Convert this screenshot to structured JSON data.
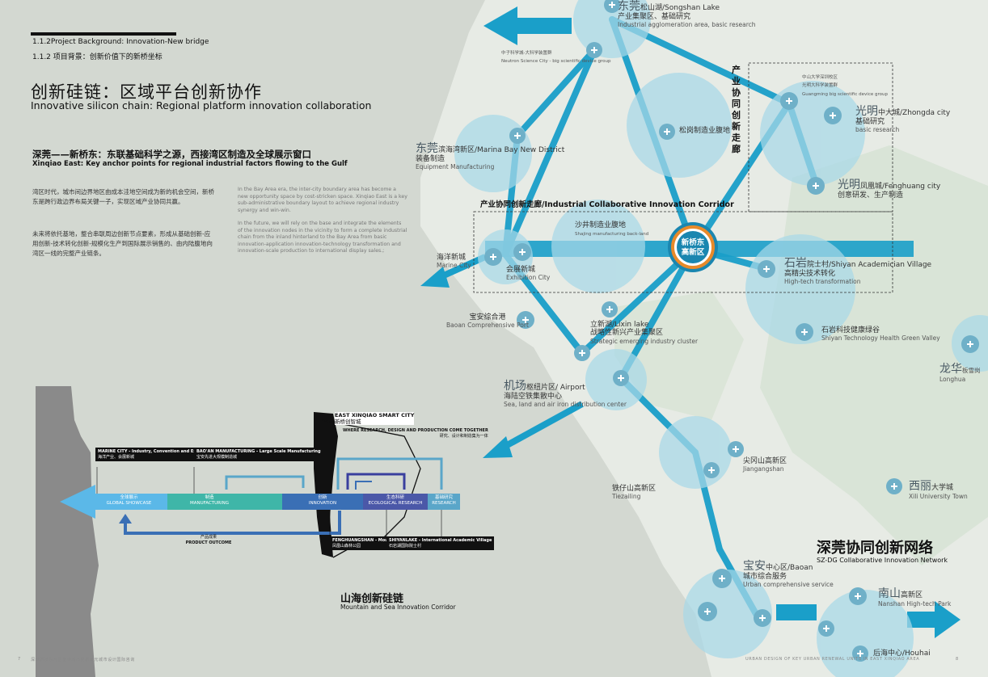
{
  "header": {
    "section_en": "1.1.2Project Background: Innovation-New bridge",
    "section_cn": "1.1.2 项目背景：创新价值下的新桥坐标",
    "title_cn": "创新硅链：区域平台创新协作",
    "title_en": "Innovative silicon chain: Regional platform innovation collaboration",
    "subtitle_cn": "深莞——新桥东：东联基础科学之源，西接湾区制造及全球展示窗口",
    "subtitle_en": "Xinqiao East: Key anchor points for regional industrial factors flowing to the Gulf"
  },
  "body_cn": [
    "湾区时代，城市间边界地区由成本洼地空间成为新的机会空间，新桥东是跨行政边界布局关键一子，实现区域产业协同共赢。",
    "未来将依托基地，整合串联周边创新节点要素，形成从基础创新-应用创新-技术转化创新-规模化生产到国际展示销售的、由内陆腹地向湾区一线的完整产业链条。"
  ],
  "body_en": [
    "In the Bay Area era, the inter-city boundary area has become a new opportunity space by cost-stricken space. Xinqiao East is a key sub-administrative boundary layout to achieve regional industry synergy and win-win.",
    "In the future, we will rely on the base and integrate the elements of the innovation nodes in the vicinity to form a complete industrial chain from the inland hinterland to the Bay Area from basic innovation-application innovation-technology transformation and innovation-scale production to international display sales.;"
  ],
  "footer": {
    "left_page": "7",
    "left_text": "深圳新桥东片区重点城市更新单元城市设计国际咨询",
    "right_text": "URBAN DESIGN OF KEY URBAN RENEWAL UNITS IN EAST XINQIAO AREA",
    "right_page": "8"
  },
  "map": {
    "core_label": [
      "新桥东",
      "高新区"
    ],
    "corridor_h_label": "产业协同创新走廊/Industrial Collaborative Innovation Corridor",
    "corridor_v_label": "产业协同创新走廊",
    "network_cn": "深莞协同创新网络",
    "network_en": "SZ-DG Collaborative Innovation Network",
    "songshan": {
      "big": "东莞",
      "name": "松山湖/Songshan Lake",
      "l2": "产业集聚区、基础研究",
      "l3": "Industrial agglomeration area, basic research"
    },
    "neutron": {
      "l1": "中子科学城-大科学装置群",
      "l2": "Neutron Science City - big scientific device group"
    },
    "songgang": "松岗制造业腹地",
    "zhongshan": {
      "l1": "中山大学深圳校区",
      "l2": "光明大科学装置群",
      "l3": "Guangming big scientific device group"
    },
    "guangming_zd": {
      "big": "光明",
      "name": "中大城/Zhongda city",
      "l2": "基础研究",
      "l3": "basic research"
    },
    "guangming_fh": {
      "big": "光明",
      "name": "凤凰城/Fenghuang city",
      "l2": "创意研发、生产制造"
    },
    "marinabay": {
      "big": "东莞",
      "name": "滨海湾新区/Marina Bay New District",
      "l2": "装备制造",
      "l3": "Equipment Manufacturing"
    },
    "shajing": {
      "l1": "沙井制造业腹地",
      "l2": "Shajing manufacturing back-land"
    },
    "marinecity": {
      "l1": "海洋新城",
      "l2": "Marine City"
    },
    "exhibition": {
      "l1": "会展新城",
      "l2": "Exhibition City"
    },
    "shiyan": {
      "big": "石岩",
      "name": "院士村/Shiyan Academician Village",
      "l2": "高精尖技术转化",
      "l3": "High-tech transformation"
    },
    "baoanport": {
      "l1": "宝安综合港",
      "l2": "Baoan Comprehensive Port"
    },
    "lixin": {
      "l1": "立新湖/Lixin lake",
      "l2": "战略性新兴产业集聚区",
      "l3": "Strategic emerging industry cluster"
    },
    "shiyangreen": {
      "l1": "石岩科技健康绿谷",
      "l2": "Shiyan Technology Health Green Valley"
    },
    "longhua": {
      "big": "龙华",
      "name": "板雪岗",
      "l2": "Longhua"
    },
    "airport": {
      "big": "机场",
      "name": "枢纽片区/ Airport",
      "l2": "海陆空铁集散中心",
      "l3": "Sea, land and air iron distribution center"
    },
    "jiangangshan": {
      "l1": "尖冈山高新区",
      "l2": "Jiangangshan"
    },
    "tiezailing": {
      "l1": "铁仔山高新区",
      "l2": "Tiezailing"
    },
    "xili": {
      "big": "西丽",
      "name": "大学城",
      "l2": "Xili University Town"
    },
    "baoan": {
      "big": "宝安",
      "name": "中心区/Baoan",
      "l2": "城市综合服务",
      "l3": "Urban comprehensive service"
    },
    "nanshan": {
      "big": "南山",
      "name": "高新区",
      "l2": "Nanshan High-tech Park"
    },
    "houhai": "后海中心/Houhai"
  },
  "corridor": {
    "title_cn": "山海创新硅链",
    "title_en": "Mountain and Sea Innovation Corridor",
    "stages": [
      {
        "cn": "全球展示",
        "en": "GLOBAL SHOWCASE"
      },
      {
        "cn": "制造",
        "en": "MANUFACTURING"
      },
      {
        "cn": "创新",
        "en": "INNOVATION"
      },
      {
        "cn": "生态科研",
        "en": "ECOLOGICAL RESEARCH"
      },
      {
        "cn": "基础研究",
        "en": "RESEARCH"
      }
    ],
    "product_cn": "产品成果",
    "product_en": "PRODUCT OUTCOME",
    "marine_box": {
      "en": "MARINE CITY - Industry, Convention and Exhibition",
      "cn": "海洋产业、会展新城"
    },
    "baoan_box": {
      "en": "BAO'AN MANUFACTURING - Large Scale Manufacturing",
      "cn": "宝安先进大规模制造城"
    },
    "east_box": {
      "en1": "EAST XINQIAO SMART CITY",
      "cn1": "新桥创智城",
      "en2": "WHERE RESEARCH, DESIGN AND PRODUCTION COME TOGETHER",
      "cn2": "研究、设计和制造集为一体"
    },
    "fenghuang_box": {
      "en": "FENGHUANGSHAN - Mountain Forest Park",
      "cn": "凤凰山森林公园"
    },
    "shiyan_box": {
      "en": "SHIYANLAKE - International Academic Village",
      "cn": "石岩湖国际院士村"
    }
  },
  "colors": {
    "accent": "#1a9fc9",
    "circle": "#a8d8e8",
    "core": "#e88a2a",
    "stage1": "#5bb8e8",
    "stage2": "#3fb6a8",
    "stage3": "#3a6fb5",
    "stage4": "#4b58a8",
    "stage5": "#5aa6c9"
  }
}
